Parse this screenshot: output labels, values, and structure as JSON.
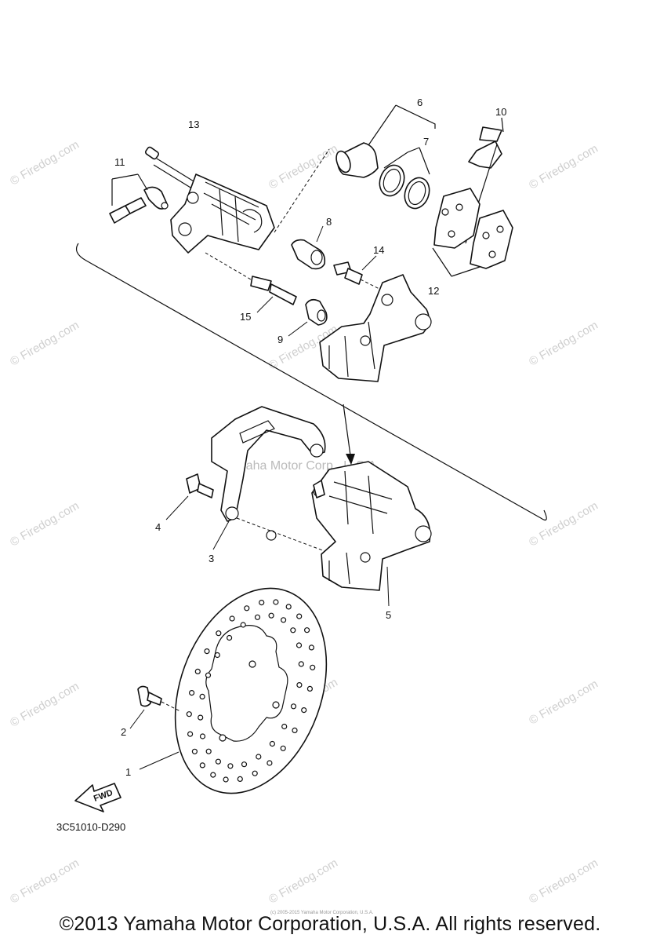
{
  "watermark": {
    "text": "© Firedog.com",
    "center_text": "Yamaha Motor Corp., U.S.A."
  },
  "callouts": [
    "1",
    "2",
    "3",
    "4",
    "5",
    "6",
    "7",
    "8",
    "9",
    "10",
    "11",
    "12",
    "13",
    "14",
    "15"
  ],
  "fwd_label": "FWD",
  "diagram_code": "3C51010-D290",
  "copyright": "©2013 Yamaha Motor Corporation, U.S.A. All rights reserved.",
  "tiny_notice": "(c) 2005-2015 Yamaha Motor Corporation, U.S.A."
}
